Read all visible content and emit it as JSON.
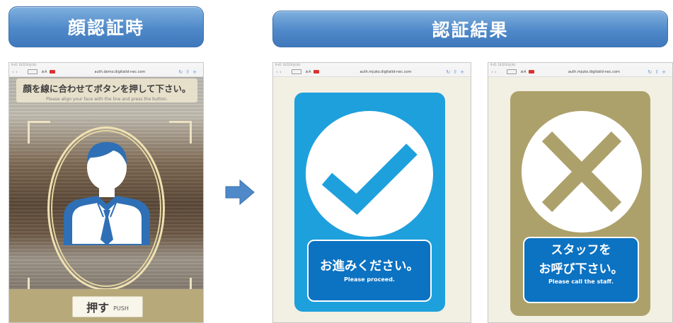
{
  "headers": {
    "left": "顔認証時",
    "right": "認証結果"
  },
  "browser": {
    "status_time": "9:41 10月10日(木)",
    "text_size_label": "ぁA",
    "url_left": "auth.demo.digitalid-nec.com",
    "url_mid": "auth.mjuko.digitalid-nec.com",
    "url_right": "auth.mjuko.digitalid-nec.com"
  },
  "capture_screen": {
    "instruction_ja": "顔を線に合わせてボタンを押して下さい。",
    "instruction_en": "Please align your face with the line and press the button.",
    "push_label_ja": "押す",
    "push_label_en": "PUSH"
  },
  "result_success": {
    "message_ja": "お進みください。",
    "message_en": "Please proceed.",
    "icon": "check-icon",
    "card_color": "#1ea0dd"
  },
  "result_failure": {
    "message_ja_line1": "スタッフを",
    "message_ja_line2": "お呼び下さい。",
    "message_en": "Please call the staff.",
    "icon": "cross-icon",
    "card_color": "#ada16b"
  },
  "colors": {
    "banner": "#4f89c9",
    "message_box": "#0c72c2",
    "arrow": "#4f89c9"
  }
}
